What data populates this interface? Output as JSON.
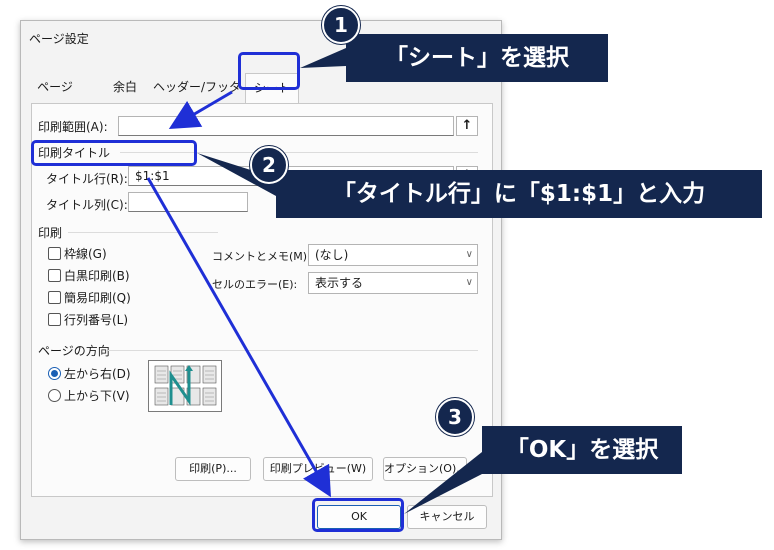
{
  "dialog": {
    "title": "ページ設定",
    "tabs": [
      "ページ",
      "余白",
      "ヘッダー/フッター",
      "シート"
    ],
    "print_area_label": "印刷範囲(A):",
    "print_titles_section": "印刷タイトル",
    "rows_label": "タイトル行(R):",
    "rows_value": "$1:$1",
    "cols_label": "タイトル列(C):",
    "cols_value": "",
    "print_section": "印刷",
    "checks": [
      "枠線(G)",
      "白黒印刷(B)",
      "簡易印刷(Q)",
      "行列番号(L)"
    ],
    "comments_label": "コメントとメモ(M):",
    "comments_value": "(なし)",
    "errors_label": "セルのエラー(E):",
    "errors_value": "表示する",
    "order_section": "ページの方向",
    "order_options": [
      "左から右(D)",
      "上から下(V)"
    ],
    "buttons": {
      "print": "印刷(P)...",
      "preview": "印刷プレビュー(W)",
      "options": "オプション(O)...",
      "ok": "OK",
      "cancel": "キャンセル"
    }
  },
  "callouts": {
    "step1": {
      "num": "1",
      "text": "「シート」を選択"
    },
    "step2": {
      "num": "2",
      "text": "「タイトル行」に「$1:$1」と入力"
    },
    "step3": {
      "num": "3",
      "text": "「OK」を選択"
    }
  },
  "colors": {
    "callout_bg": "#14274e",
    "highlight": "#1f2fd6",
    "radio": "#1a5fb4"
  },
  "icons": {
    "upload": "↑",
    "chevron": "∨"
  }
}
